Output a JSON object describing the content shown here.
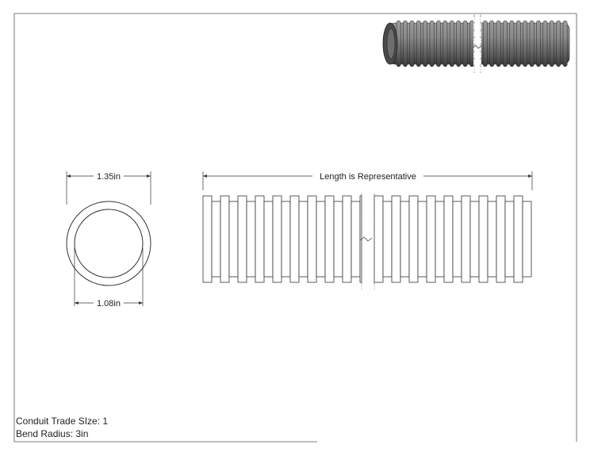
{
  "end_view": {
    "outer_diameter_label": "1.35in",
    "inner_diameter_label": "1.08in"
  },
  "side_view": {
    "length_label": "Length is Representative"
  },
  "notes": {
    "trade_size": "Conduit Trade SIze: 1",
    "bend_radius": "Bend Radius: 3in"
  },
  "colors": {
    "line": "#333333",
    "preview_fill": "#777777",
    "preview_dark": "#3a3a3a"
  },
  "icons": {
    "break_mark": "break-symbol-icon",
    "arrowhead": "arrowhead-icon"
  }
}
